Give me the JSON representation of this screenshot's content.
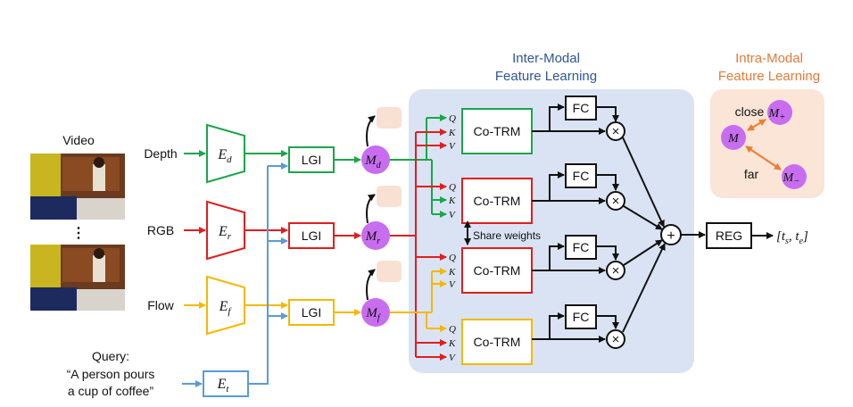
{
  "sections": {
    "inter_modal": [
      "Inter-Modal",
      "Feature Learning"
    ],
    "intra_modal": [
      "Intra-Modal",
      "Feature Learning"
    ]
  },
  "inputs": {
    "video_label": "Video",
    "ellipsis": "⋮",
    "depth": "Depth",
    "rgb": "RGB",
    "flow": "Flow",
    "query_label": "Query:",
    "query_text": [
      "“A person pours",
      "a cup of coffee”"
    ]
  },
  "encoders": {
    "depth": {
      "base": "E",
      "sub": "d"
    },
    "rgb": {
      "base": "E",
      "sub": "r"
    },
    "flow": {
      "base": "E",
      "sub": "f"
    },
    "text": {
      "base": "E",
      "sub": "t"
    }
  },
  "lgi_label": "LGI",
  "features": {
    "depth": {
      "base": "M",
      "sub": "d"
    },
    "rgb": {
      "base": "M",
      "sub": "r"
    },
    "flow": {
      "base": "M",
      "sub": "f"
    }
  },
  "cotrm_label": "Co-TRM",
  "fc_label": "FC",
  "qkv": [
    "Q",
    "K",
    "V"
  ],
  "share_weights": "Share weights",
  "multiply_symbol": "×",
  "plus_symbol": "+",
  "reg_label": "REG",
  "output_label": "[t_s, t_e]",
  "intra": {
    "close": "close",
    "far": "far",
    "anchor": "M",
    "positive": {
      "base": "M",
      "sub": "+"
    },
    "negative": {
      "base": "M",
      "sub": "−"
    }
  },
  "colors": {
    "depth": "#1aa64a",
    "rgb": "#e01e1e",
    "flow": "#f5b800",
    "text": "#5b9bd5",
    "feature_node": "#c86df0",
    "inter_bg": "#dae3f3",
    "intra_bg": "#fbe5d6",
    "intra_title": "#e07b39",
    "inter_title": "#2f5597",
    "contrast_arrow": "#ed7d31",
    "placeholder": "#f8e0d2"
  }
}
